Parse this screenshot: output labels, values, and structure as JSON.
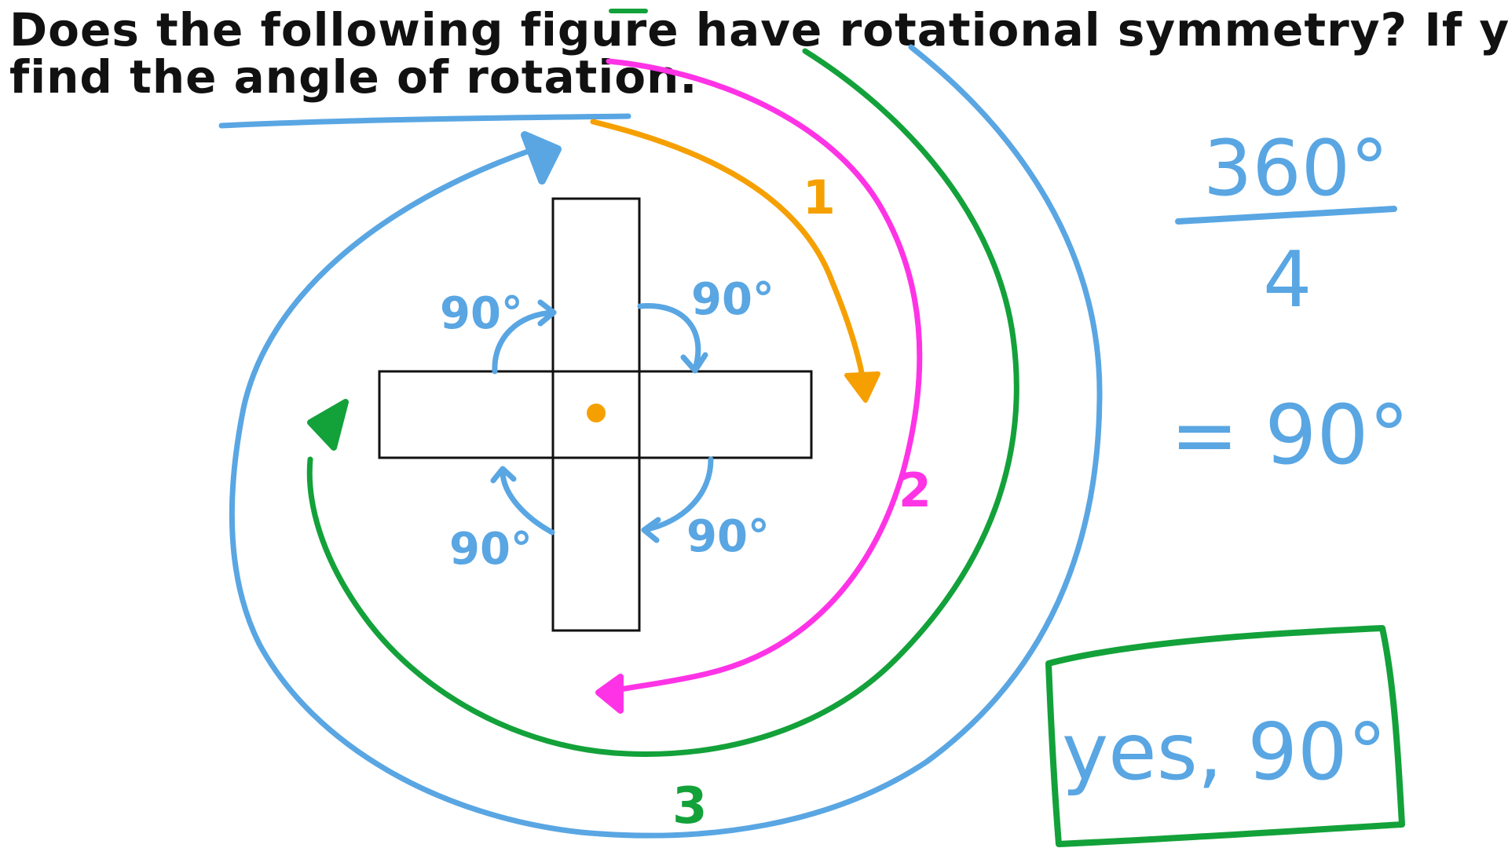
{
  "question": {
    "line1": "Does the following figure have rotational symmetry? If yes,",
    "line2": "find the angle of rotation."
  },
  "figure": {
    "shape": "plus / cross",
    "center_marker": "orange dot",
    "angle_labels": [
      "90°",
      "90°",
      "90°",
      "90°"
    ]
  },
  "rotation_steps": {
    "step1": "1",
    "step2": "2",
    "step3": "3"
  },
  "calculation": {
    "numerator": "360°",
    "denominator": "4",
    "result": "= 90°"
  },
  "answer": {
    "text": "yes, 90°"
  },
  "colors": {
    "ink": "#111111",
    "blue": "#59a6e3",
    "orange": "#f5a000",
    "pink": "#ff33e6",
    "green": "#13a13a"
  }
}
